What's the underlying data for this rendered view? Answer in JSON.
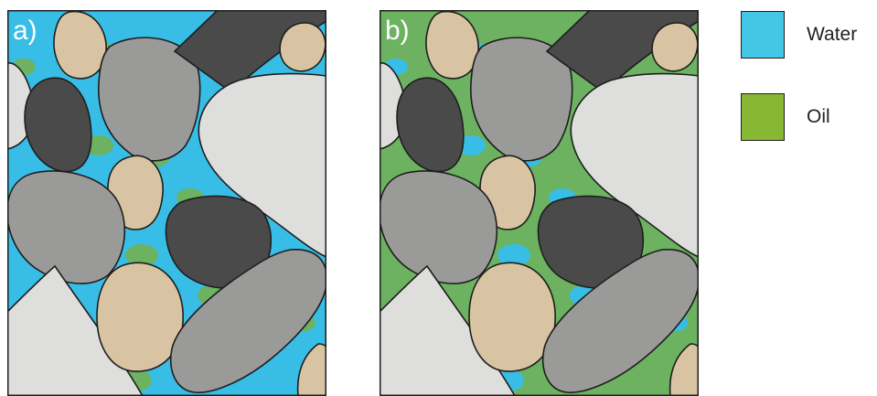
{
  "panels": [
    {
      "label": "a)",
      "fluid": "#38bde6",
      "blob": "#6cb260"
    },
    {
      "label": "b)",
      "fluid": "#6cb260",
      "blob": "#38bde6"
    }
  ],
  "legend": [
    {
      "label": "Water",
      "color": "#44c6e5"
    },
    {
      "label": "Oil",
      "color": "#88b733"
    }
  ],
  "colors": {
    "border": "#1e1e1e",
    "tan_grain": "#d8c4a2",
    "granite_grain": "#9a9a98",
    "dark_grain": "#4a4a4a",
    "light_grain": "#dededc"
  }
}
